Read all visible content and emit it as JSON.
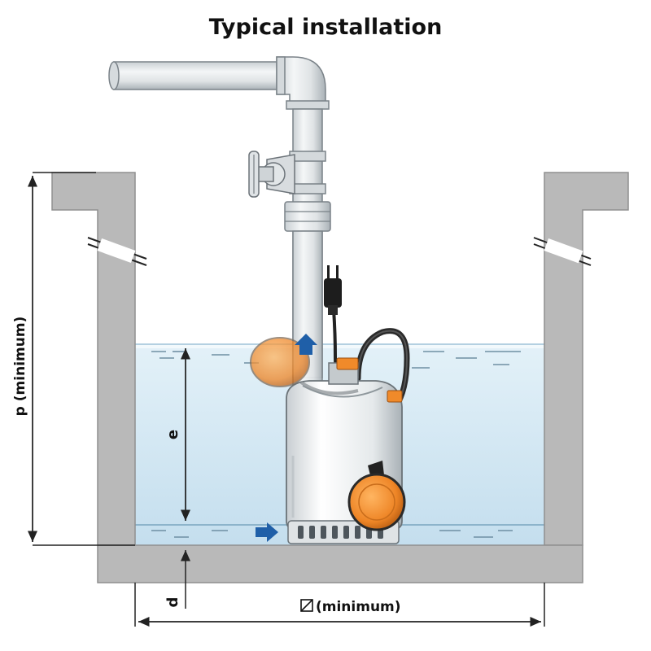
{
  "title": "Typical installation",
  "labels": {
    "p": "p (minimum)",
    "e": "e",
    "d": "d",
    "width": "(minimum)"
  },
  "colors": {
    "wall": "#b8b8b8",
    "wall_edge": "#8c8c8c",
    "water": "#cfe6f3",
    "water_top": "#e6f3fa",
    "pipe": "#e4e8ea",
    "pipe_edge": "#7a8288",
    "pump_body": "#eef1f2",
    "orange": "#f08a2a",
    "arrow_blue": "#1f5fa8",
    "dim_line": "#222222"
  },
  "icons": [
    "flow-arrow-icon",
    "diameter-symbol-icon",
    "plug-icon",
    "float-switch-icon",
    "valve-handle-icon"
  ]
}
